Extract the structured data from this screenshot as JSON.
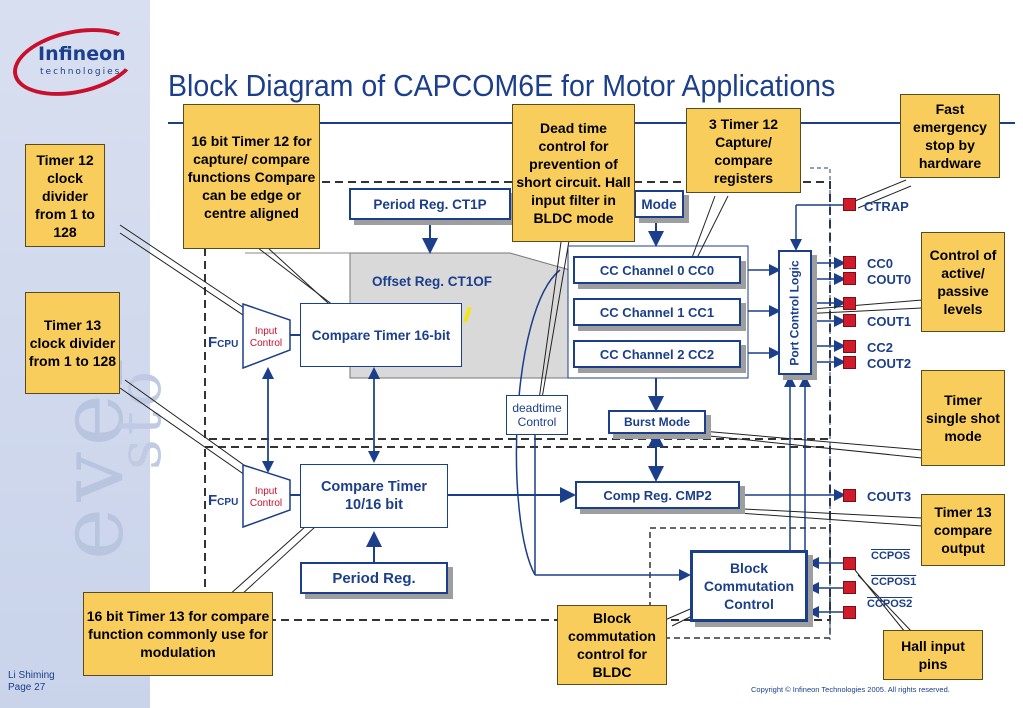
{
  "logo": {
    "name": "Infineon",
    "sub": "technologies"
  },
  "title": "Block Diagram of CAPCOM6E for Motor Applications",
  "footer": {
    "author": "Li Shiming",
    "page": "Page 27",
    "copyright": "Copyright © Infineon Technologies 2005. All rights reserved."
  },
  "callouts": {
    "timer12_divider": "Timer 12 clock divider from 1 to 128",
    "timer13_divider": "Timer 13 clock divider from 1  to 128",
    "timer12_capture": "16 bit Timer 12 for capture/ compare functions Compare can be edge or centre aligned",
    "dead_time": "Dead time control for prevention of short circuit. Hall input filter in BLDC mode",
    "capture_regs": "3 Timer 12 Capture/ compare registers",
    "emergency": "Fast emergency stop   by hardware",
    "control_levels": "Control of active/ passive levels",
    "single_shot": "Timer single shot mode",
    "t13_compare_out": "Timer 13 compare output",
    "t13_modulation": "16 bit Timer 13 for compare function commonly use for modulation",
    "block_commutation": "Block commutation control for BLDC",
    "hall_pins": "Hall input pins"
  },
  "blocks": {
    "period_ct1p": "Period Reg. CT1P",
    "mode": "Mode",
    "offset_ct1of": "Offset Reg. CT1OF",
    "cc0": "CC Channel 0 CC0",
    "cc1": "CC Channel 1 CC1",
    "cc2": "CC Channel 2 CC2",
    "compare_timer16": "Compare Timer 16-bit",
    "input_control": "Input Control",
    "port_control": "Port Control Logic",
    "deadtime_control": "deadtime Control",
    "burst_mode": "Burst Mode",
    "compare_timer_1016": "Compare Timer 10/16 bit",
    "comp_reg_cmp2": "Comp Reg. CMP2",
    "period_reg": "Period Reg.",
    "block_commutation": "Block Commutation Control"
  },
  "fcpu": {
    "f": "F",
    "sub": "CPU"
  },
  "pins": {
    "ctrap": "CTRAP",
    "cc0": "CC0",
    "cout0": "COUT0",
    "cout1": "COUT1",
    "cc2": "CC2",
    "cout2": "COUT2",
    "cout3": "COUT3",
    "ccpos0": "CCPOS",
    "ccpos1": "CCPOS1",
    "ccpos2": "CCPOS2"
  },
  "colors": {
    "accent": "#1b3f8b",
    "callout": "#f8cd5c",
    "pin": "#d01c2a",
    "sidebar": "#c9d3ea"
  }
}
